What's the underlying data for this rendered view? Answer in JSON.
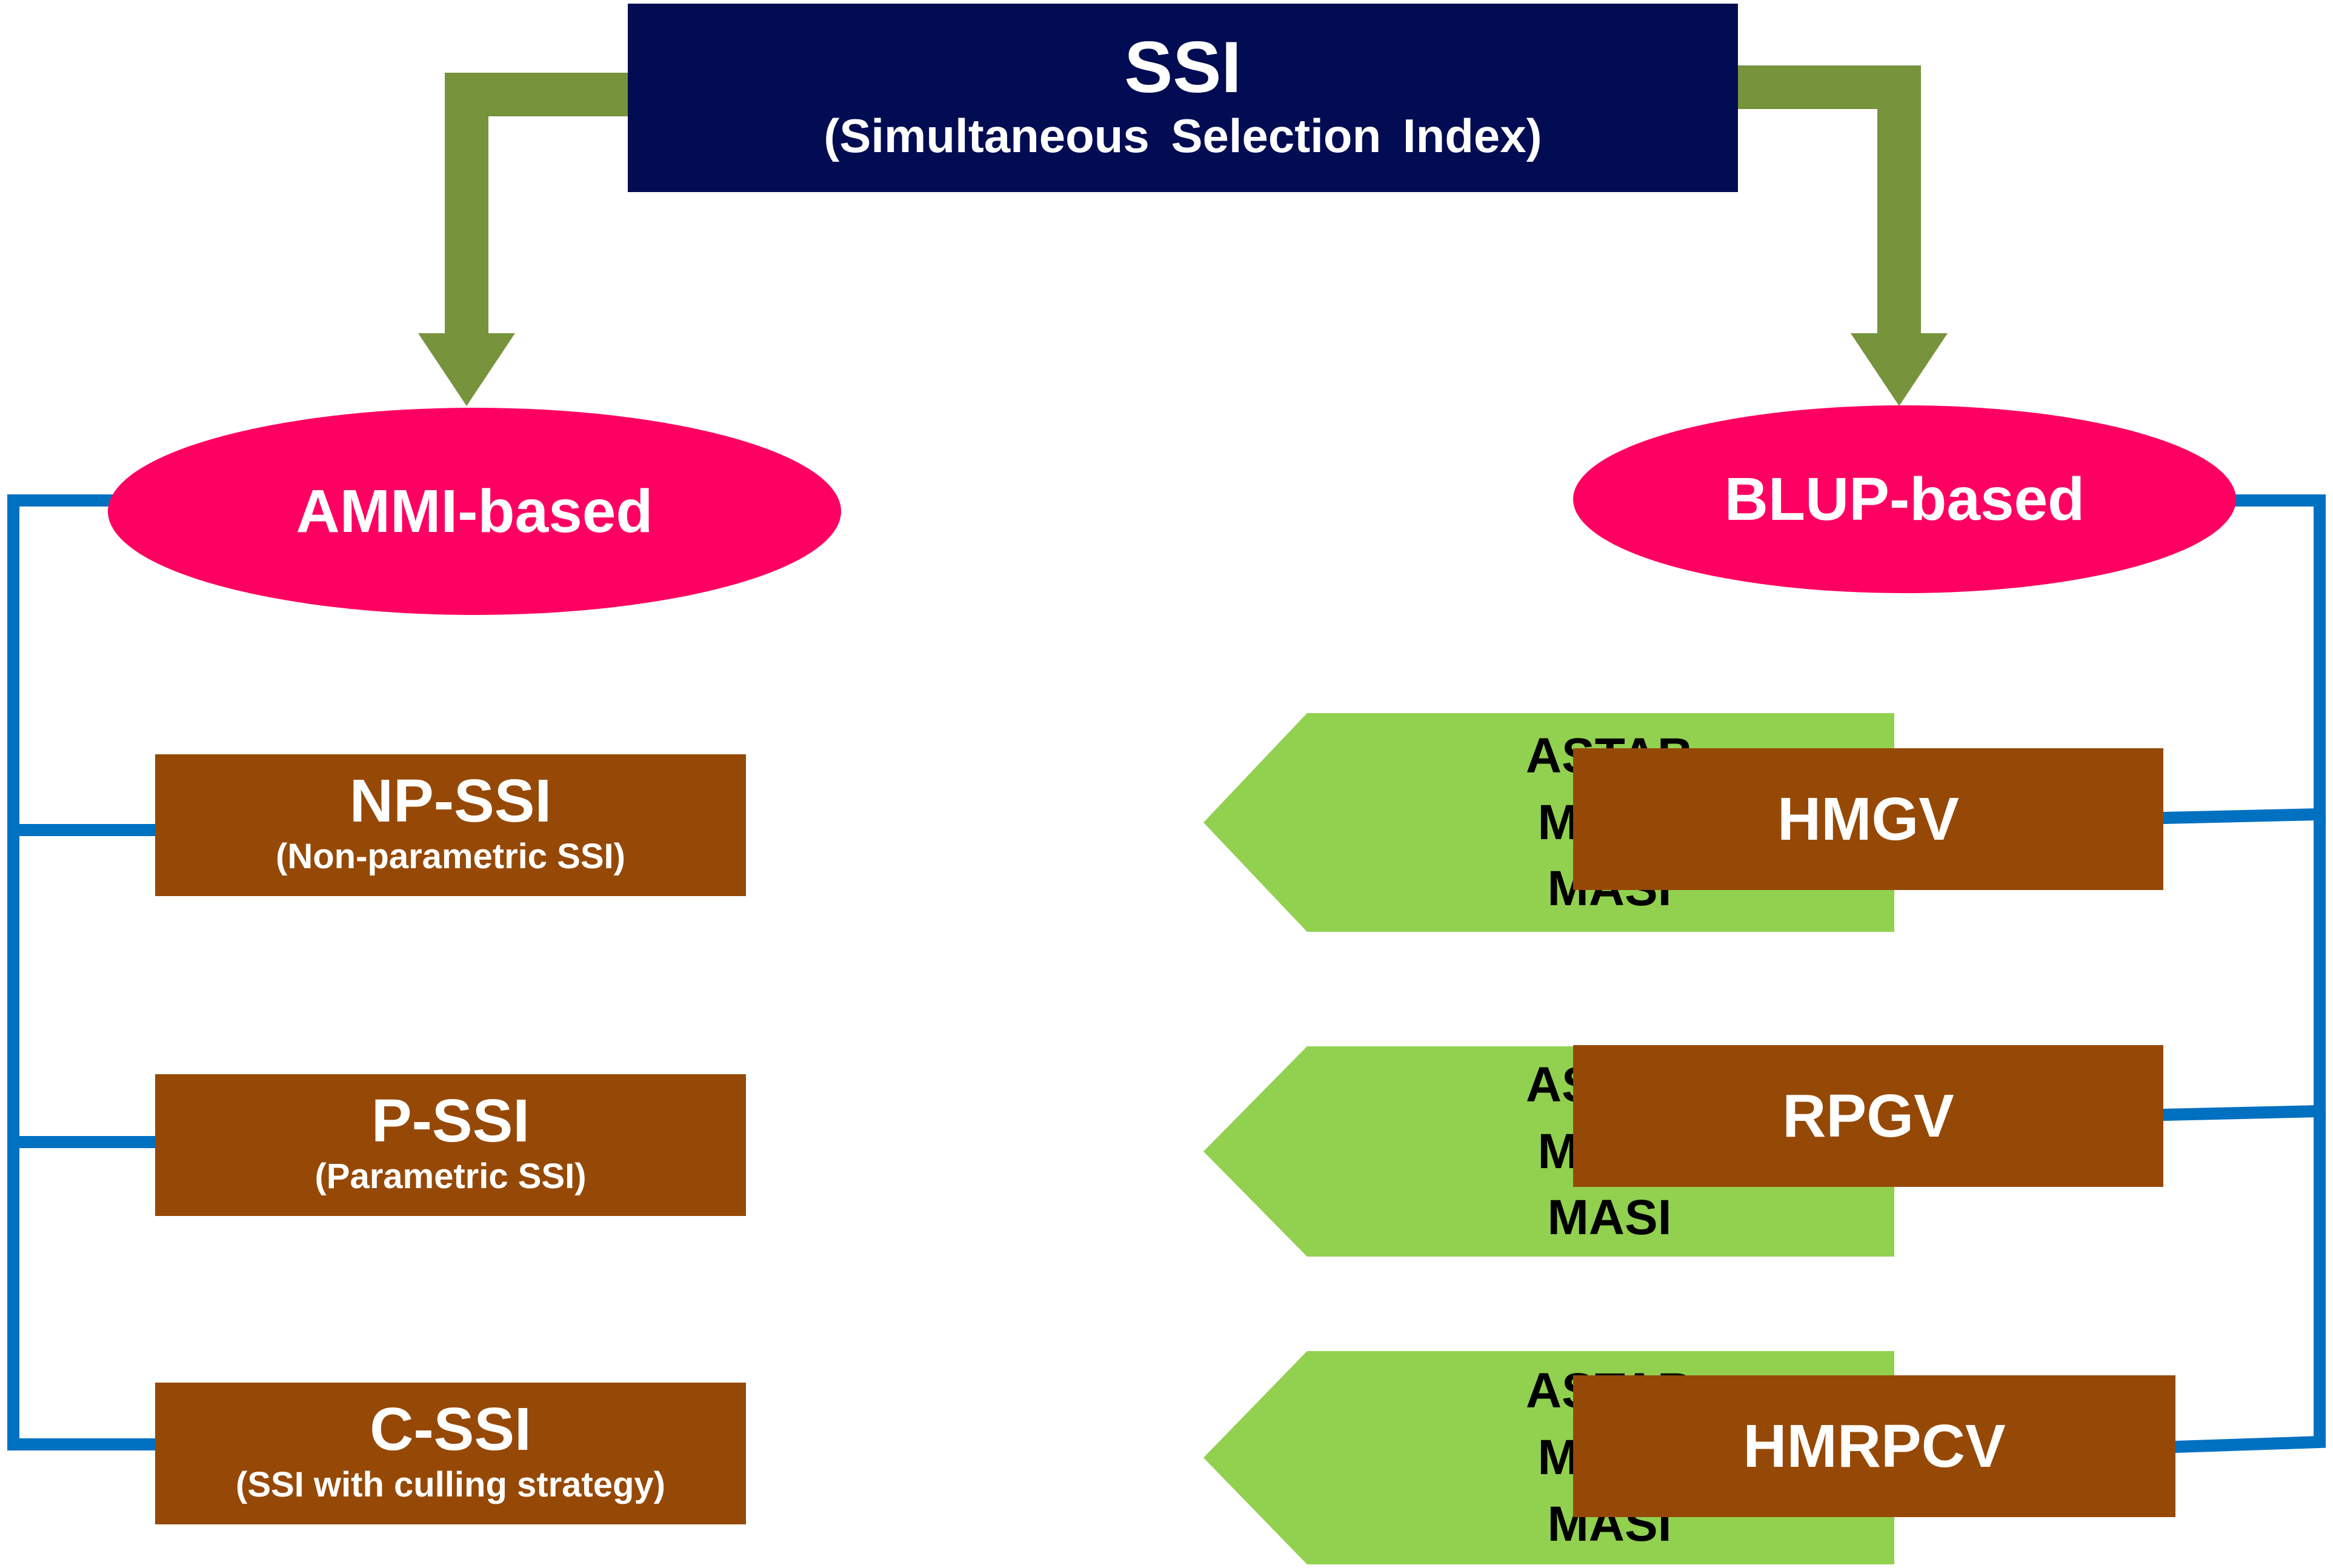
{
  "root": {
    "title": "SSI",
    "subtitle": "(Simultaneous Selection Index)"
  },
  "branches": {
    "ammi": {
      "label": "AMMI-based",
      "methods": [
        {
          "title": "NP-SSI",
          "subtitle": "(Non-parametric SSI)",
          "indices": [
            "ASTAB",
            "MASV",
            "MASI"
          ]
        },
        {
          "title": "P-SSI",
          "subtitle": "(Parametric SSI)",
          "indices": [
            "ASTAB",
            "MASV",
            "MASI"
          ]
        },
        {
          "title": "C-SSI",
          "subtitle": "(SSI with culling strategy)",
          "indices": [
            "ASTAB",
            "MASV",
            "MASI"
          ]
        }
      ]
    },
    "blup": {
      "label": "BLUP-based",
      "methods": [
        "HMGV",
        "RPGV",
        "HMRPCV"
      ]
    }
  },
  "colors": {
    "root_fill": "#020c52",
    "arrow_fill": "#77933c",
    "ellipse_fill": "#fe0062",
    "method_fill": "#964906",
    "tag_fill": "#92d050",
    "connector_stroke": "#0070c0"
  }
}
